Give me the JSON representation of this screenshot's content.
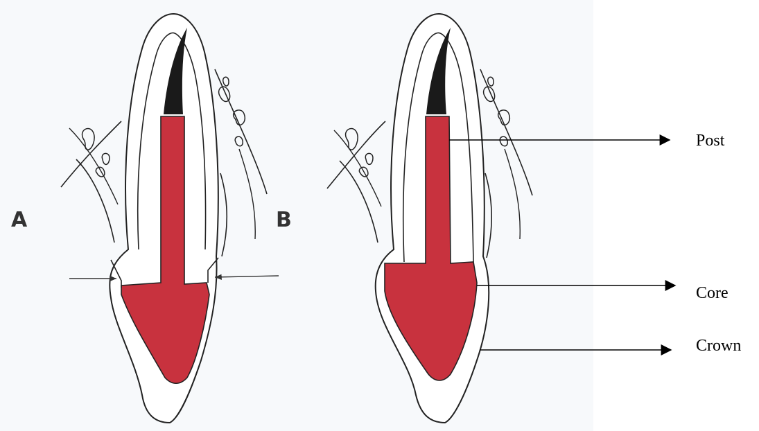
{
  "panels": {
    "left": "A",
    "right": "B"
  },
  "labels": {
    "post": "Post",
    "core": "Core",
    "crown": "Crown"
  },
  "colors": {
    "restoration": "#c8323e",
    "gutta_percha": "#1a1a1a",
    "outline": "#222222",
    "background": "#f7f9fb"
  }
}
